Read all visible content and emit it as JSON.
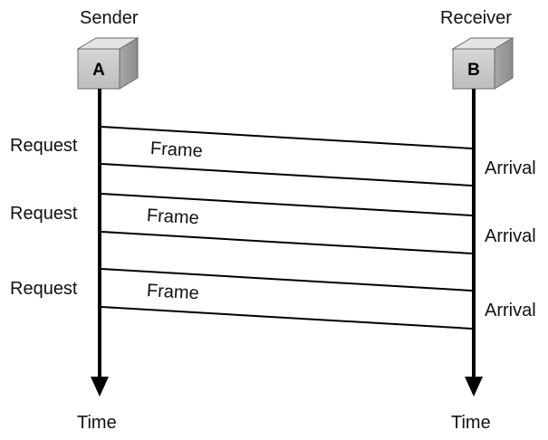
{
  "sender": {
    "title": "Sender",
    "node": "A",
    "axis_label": "Time"
  },
  "receiver": {
    "title": "Receiver",
    "node": "B",
    "axis_label": "Time"
  },
  "frames": [
    {
      "request": "Request",
      "frame": "Frame",
      "arrival": "Arrival"
    },
    {
      "request": "Request",
      "frame": "Frame",
      "arrival": "Arrival"
    },
    {
      "request": "Request",
      "frame": "Frame",
      "arrival": "Arrival"
    }
  ],
  "colors": {
    "line": "#000000",
    "box_front": "#c8c8c8",
    "box_top": "#e4e4e4",
    "box_side": "#9a9a9a",
    "box_edge": "#6a6a6a"
  }
}
